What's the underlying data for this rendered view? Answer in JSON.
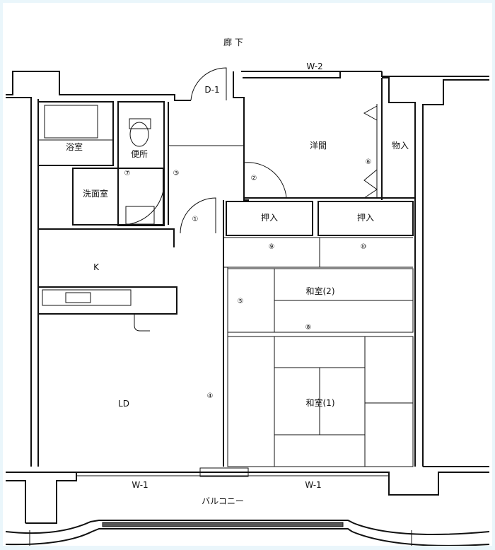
{
  "plan": {
    "corridor": "廊 下",
    "balcony": "バルコニー",
    "rooms": {
      "bath": "浴室",
      "toilet": "便所",
      "washroom": "洗面室",
      "western_room": "洋間",
      "storage": "物入",
      "closet_left": "押入",
      "closet_right": "押入",
      "kitchen": "K",
      "living_dining": "LD",
      "japanese_room_2": "和室(2)",
      "japanese_room_1": "和室(1)"
    },
    "openings": {
      "door_entry": "D-1",
      "window_top": "W-2",
      "window_bottom_left": "W-1",
      "window_bottom_right": "W-1"
    },
    "markers": [
      "①",
      "②",
      "③",
      "④",
      "⑤",
      "⑥",
      "⑦",
      "⑧",
      "⑨",
      "⑩"
    ]
  }
}
